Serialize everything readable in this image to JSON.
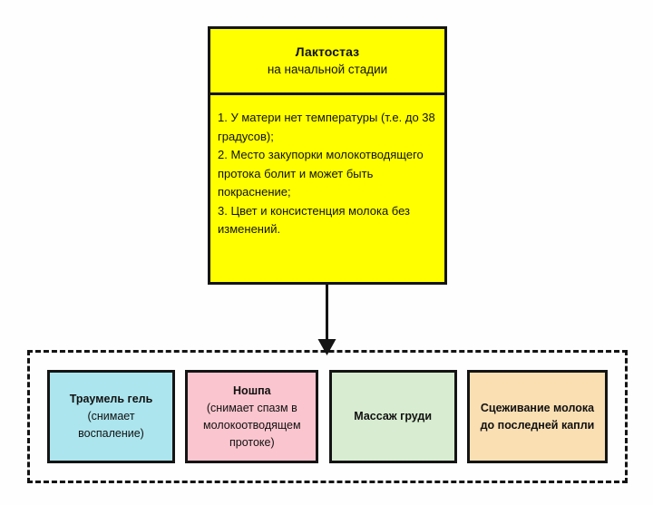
{
  "diagram": {
    "background_color": "#fefefe",
    "main_node": {
      "title": "Лактостаз",
      "subtitle": "на начальной стадии",
      "fill_color": "#ffff00",
      "border_color": "#141414",
      "symptoms": [
        "1. У матери нет температуры (т.е. до 38 градусов);",
        "2. Место закупорки молокотводящего протока болит и может быть покраснение;",
        "3. Цвет и консистенция молока без изменений."
      ]
    },
    "connector": {
      "type": "arrow-down",
      "color": "#141414"
    },
    "treatment_group": {
      "border_style": "dashed",
      "border_color": "#141414",
      "cards": [
        {
          "title": "Траумель гель",
          "note": "(снимает воспаление)",
          "fill_color": "#ace5ee"
        },
        {
          "title": "Ношпа",
          "note": "(снимает спазм в молокоотводящем протоке)",
          "fill_color": "#fac5ce"
        },
        {
          "title": "Массаж груди",
          "note": "",
          "fill_color": "#d7ecd0"
        },
        {
          "title": "Сцеживание молока до последней капли",
          "note": "",
          "fill_color": "#fadfb3"
        }
      ]
    }
  }
}
